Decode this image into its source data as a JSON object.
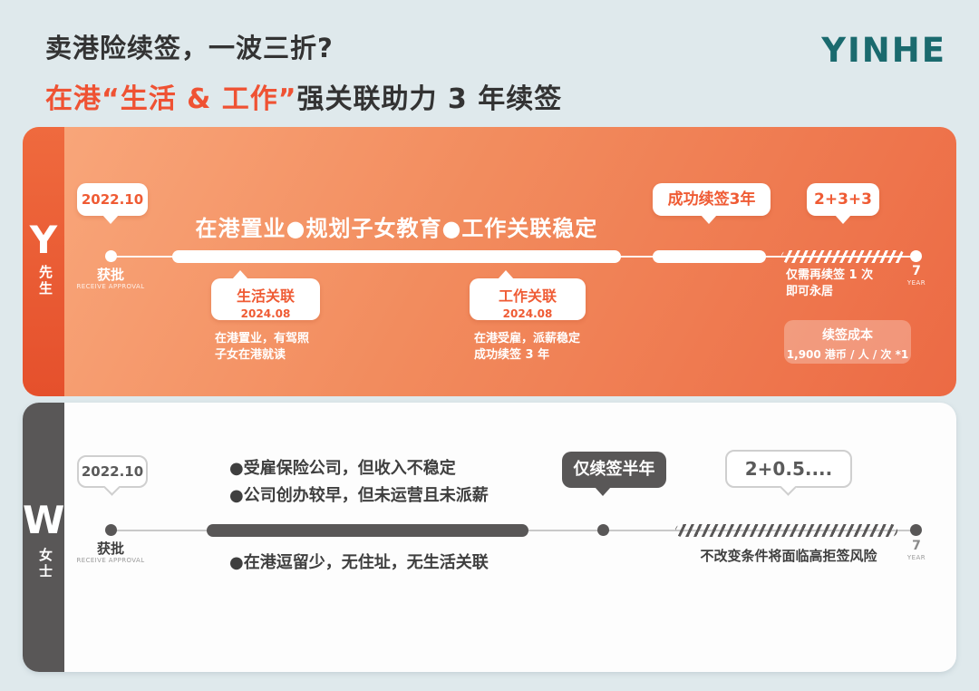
{
  "header": {
    "title_line1": "卖港险续签，一波三折?",
    "title_line2_highlight": "在港“生活 & 工作”",
    "title_line2_rest": "强关联助力 3 年续签",
    "logo_text": "YINHE"
  },
  "colors": {
    "page_bg": "#DFE9EC",
    "accent_orange": "#EF5233",
    "panel_orange_start": "#F9A87C",
    "panel_orange_end": "#EC6A44",
    "dark_gray": "#595757",
    "logo_teal": "#1A6A6E"
  },
  "timeline_y": {
    "person_letter": "Y",
    "person_role": "先生",
    "approval_date": "2022.10",
    "approval_label": "获批",
    "approval_sublabel": "RECEIVE APPROVAL",
    "phase_title": "在港置业●规划子女教育●工作关联稳定",
    "renewal_bubble": "成功续签3年",
    "pattern_bubble": "2+3+3",
    "remaining_line1": "仅需再续签 1 次",
    "remaining_line2": "即可永居",
    "year_number": "7",
    "year_unit": "YEAR",
    "callout_life": {
      "title": "生活关联",
      "date": "2024.08",
      "desc_line1": "在港置业，有驾照",
      "desc_line2": "子女在港就读"
    },
    "callout_work": {
      "title": "工作关联",
      "date": "2024.08",
      "desc_line1": "在港受雇，派薪稳定",
      "desc_line2": "成功续签 3 年"
    },
    "cost_title": "续签成本",
    "cost_value": "1,900 港币 / 人 / 次 *1"
  },
  "timeline_w": {
    "person_letter": "W",
    "person_role": "女士",
    "approval_date": "2022.10",
    "approval_label": "获批",
    "approval_sublabel": "RECEIVE APPROVAL",
    "bullet1": "●受雇保险公司，但收入不稳定",
    "bullet2": "●公司创办较早，但未运营且未派薪",
    "bullet3": "●在港逗留少，无住址，无生活关联",
    "renewal_bubble": "仅续签半年",
    "pattern_bubble": "2+0.5....",
    "risk_note": "不改变条件将面临高拒签风险",
    "year_number": "7",
    "year_unit": "YEAR"
  }
}
